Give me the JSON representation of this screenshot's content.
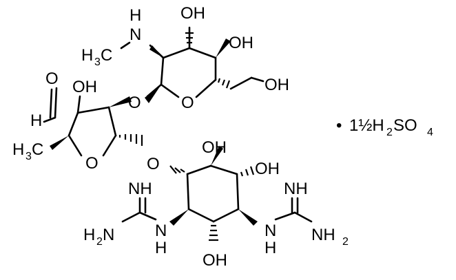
{
  "molecule": {
    "glucosamine": {
      "oh_top": "OH",
      "oh_right": "OH",
      "ring_o": "O",
      "ch2oh": "OH",
      "nh": "N",
      "nh_h": "H",
      "methyl": "H",
      "methyl_c": "C",
      "methyl_sub": "3",
      "glycosidic_o": "O"
    },
    "streptose": {
      "aldehyde_o": "O",
      "aldehyde_h": "H",
      "oh": "OH",
      "ring_o": "O",
      "methyl": "H",
      "methyl_c": "C",
      "methyl_sub": "3",
      "glycosidic_o": "O"
    },
    "streptidine": {
      "oh_top": "OH",
      "oh_right": "OH",
      "oh_bottom": "OH",
      "left_imine": "NH",
      "left_amine_h": "H",
      "left_amine_n": "N",
      "left_amine_sub": "2",
      "left_link_n": "N",
      "left_link_h": "H",
      "right_imine": "NH",
      "right_amine": "NH",
      "right_amine_sub": "2",
      "right_link_n": "N",
      "right_link_h": "H"
    }
  },
  "salt": {
    "bullet": "•",
    "prefix": "1½H",
    "h_sub": "2",
    "so": "SO",
    "o_sub": "4"
  }
}
